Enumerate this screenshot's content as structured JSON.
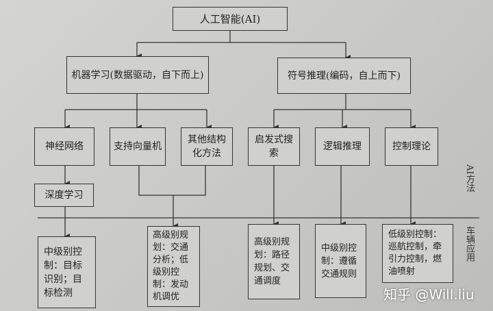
{
  "root": "人工智能(AI)",
  "branches": [
    {
      "label": "机器学习(数据驱动，自下而上)",
      "methods": [
        "神经网络",
        "支持向量机",
        "其他结构化方法"
      ],
      "sub": "深度学习"
    },
    {
      "label": "符号推理(编码，自上而下)",
      "methods": [
        "启发式搜索",
        "逻辑推理",
        "控制理论"
      ]
    }
  ],
  "applications": [
    "中级别控制：目标识别；目标检测",
    "高级别规划：交通分析；低级别控制：发动机调优",
    "高级别规划：路径规划、交通调度",
    "中级别控制：遵循交通规则",
    "低级别控制：巡航控制，牵引力控制，燃油喷射"
  ],
  "section_labels": {
    "methods": "AI方法",
    "applications": "车辆应用"
  },
  "watermark": "知乎 @Will.liu"
}
